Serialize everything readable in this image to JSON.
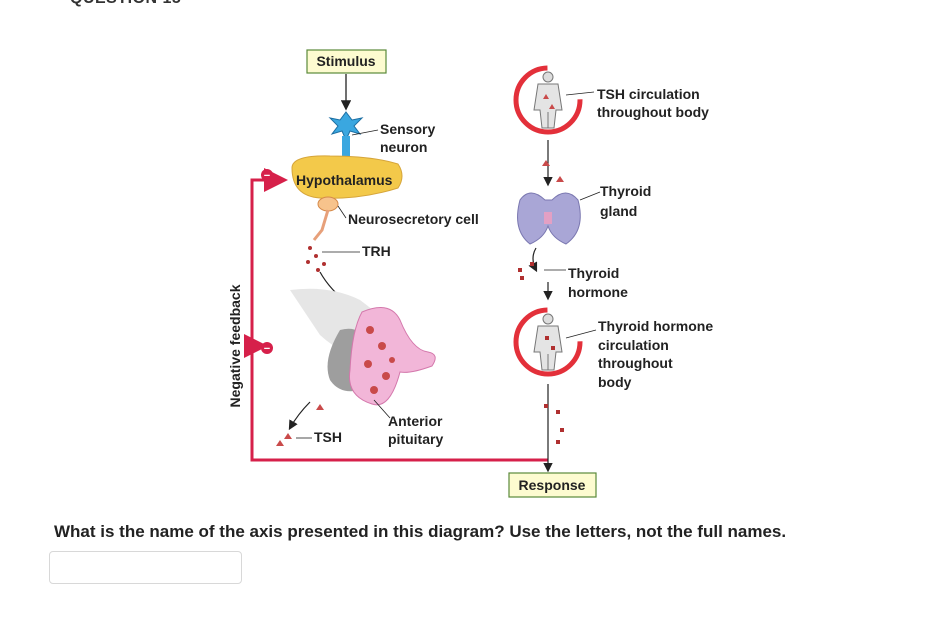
{
  "question_header": "QUESTION 15",
  "diagram": {
    "stimulus": "Stimulus",
    "sensory_neuron": [
      "Sensory",
      "neuron"
    ],
    "hypothalamus": "Hypothalamus",
    "neurosecretory_cell": "Neurosecretory cell",
    "trh": "TRH",
    "anterior_pituitary": [
      "Anterior",
      "pituitary"
    ],
    "tsh": "TSH",
    "tsh_circulation": [
      "TSH circulation",
      "throughout body"
    ],
    "thyroid_gland": [
      "Thyroid",
      "gland"
    ],
    "thyroid_hormone": [
      "Thyroid",
      "hormone"
    ],
    "thyroid_hormone_circulation": [
      "Thyroid hormone",
      "circulation",
      "throughout",
      "body"
    ],
    "response": "Response",
    "negative_feedback": "Negative feedback",
    "minus_sign": "−",
    "colors": {
      "feedback": "#d6204a",
      "box_fill": "#fdfbd0",
      "box_border": "#5a8a3a",
      "hypothalamus": "#f3c94a",
      "pituitary": "#f2b6d8",
      "thyroid": "#a9a6d6"
    }
  },
  "question": "What is the name of the axis presented in this diagram?  Use the letters, not the full names.",
  "answer": {
    "value": "",
    "placeholder": ""
  }
}
